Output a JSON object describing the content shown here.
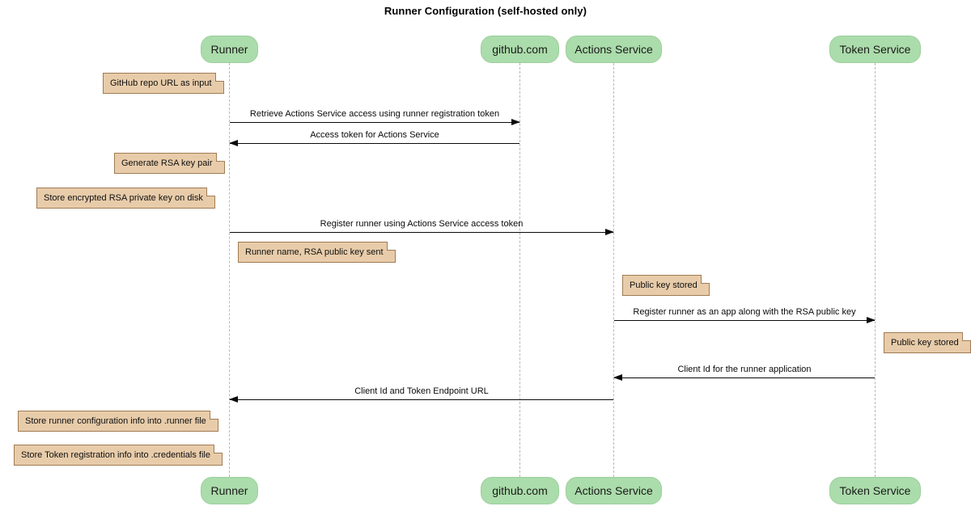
{
  "title": "Runner Configuration (self-hosted only)",
  "colors": {
    "participant_fill": "#ABDCAB",
    "participant_border": "#9CCF9C",
    "note_fill": "#E8CCAA",
    "note_border": "#A07B53",
    "lifeline": "#B8B8B8",
    "message": "#0A0A0A",
    "background": "#FFFFFF"
  },
  "participants": [
    {
      "id": "runner",
      "label": "Runner"
    },
    {
      "id": "github",
      "label": "github.com"
    },
    {
      "id": "actions",
      "label": "Actions Service"
    },
    {
      "id": "token",
      "label": "Token Service"
    }
  ],
  "messages": [
    {
      "label": "Retrieve Actions Service access using runner registration token",
      "from": "runner",
      "to": "github",
      "direction": "right"
    },
    {
      "label": "Access token for Actions Service",
      "from": "github",
      "to": "runner",
      "direction": "left"
    },
    {
      "label": "Register runner using Actions Service access token",
      "from": "runner",
      "to": "actions",
      "direction": "right"
    },
    {
      "label": "Register runner as an app along with the RSA public key",
      "from": "actions",
      "to": "token",
      "direction": "right"
    },
    {
      "label": "Client Id for the runner application",
      "from": "token",
      "to": "actions",
      "direction": "left"
    },
    {
      "label": "Client Id and Token Endpoint URL",
      "from": "actions",
      "to": "runner",
      "direction": "left"
    }
  ],
  "notes": [
    {
      "label": "GitHub repo URL as input",
      "attached_to": "runner"
    },
    {
      "label": "Generate RSA key pair",
      "attached_to": "runner"
    },
    {
      "label": "Store encrypted RSA private key on disk",
      "attached_to": "runner"
    },
    {
      "label": "Runner name, RSA public key sent",
      "attached_to": "runner"
    },
    {
      "label": "Public key stored",
      "attached_to": "actions"
    },
    {
      "label": "Public key stored",
      "attached_to": "token"
    },
    {
      "label": "Store runner configuration info into .runner file",
      "attached_to": "runner"
    },
    {
      "label": "Store Token registration info into .credentials file",
      "attached_to": "runner"
    }
  ]
}
